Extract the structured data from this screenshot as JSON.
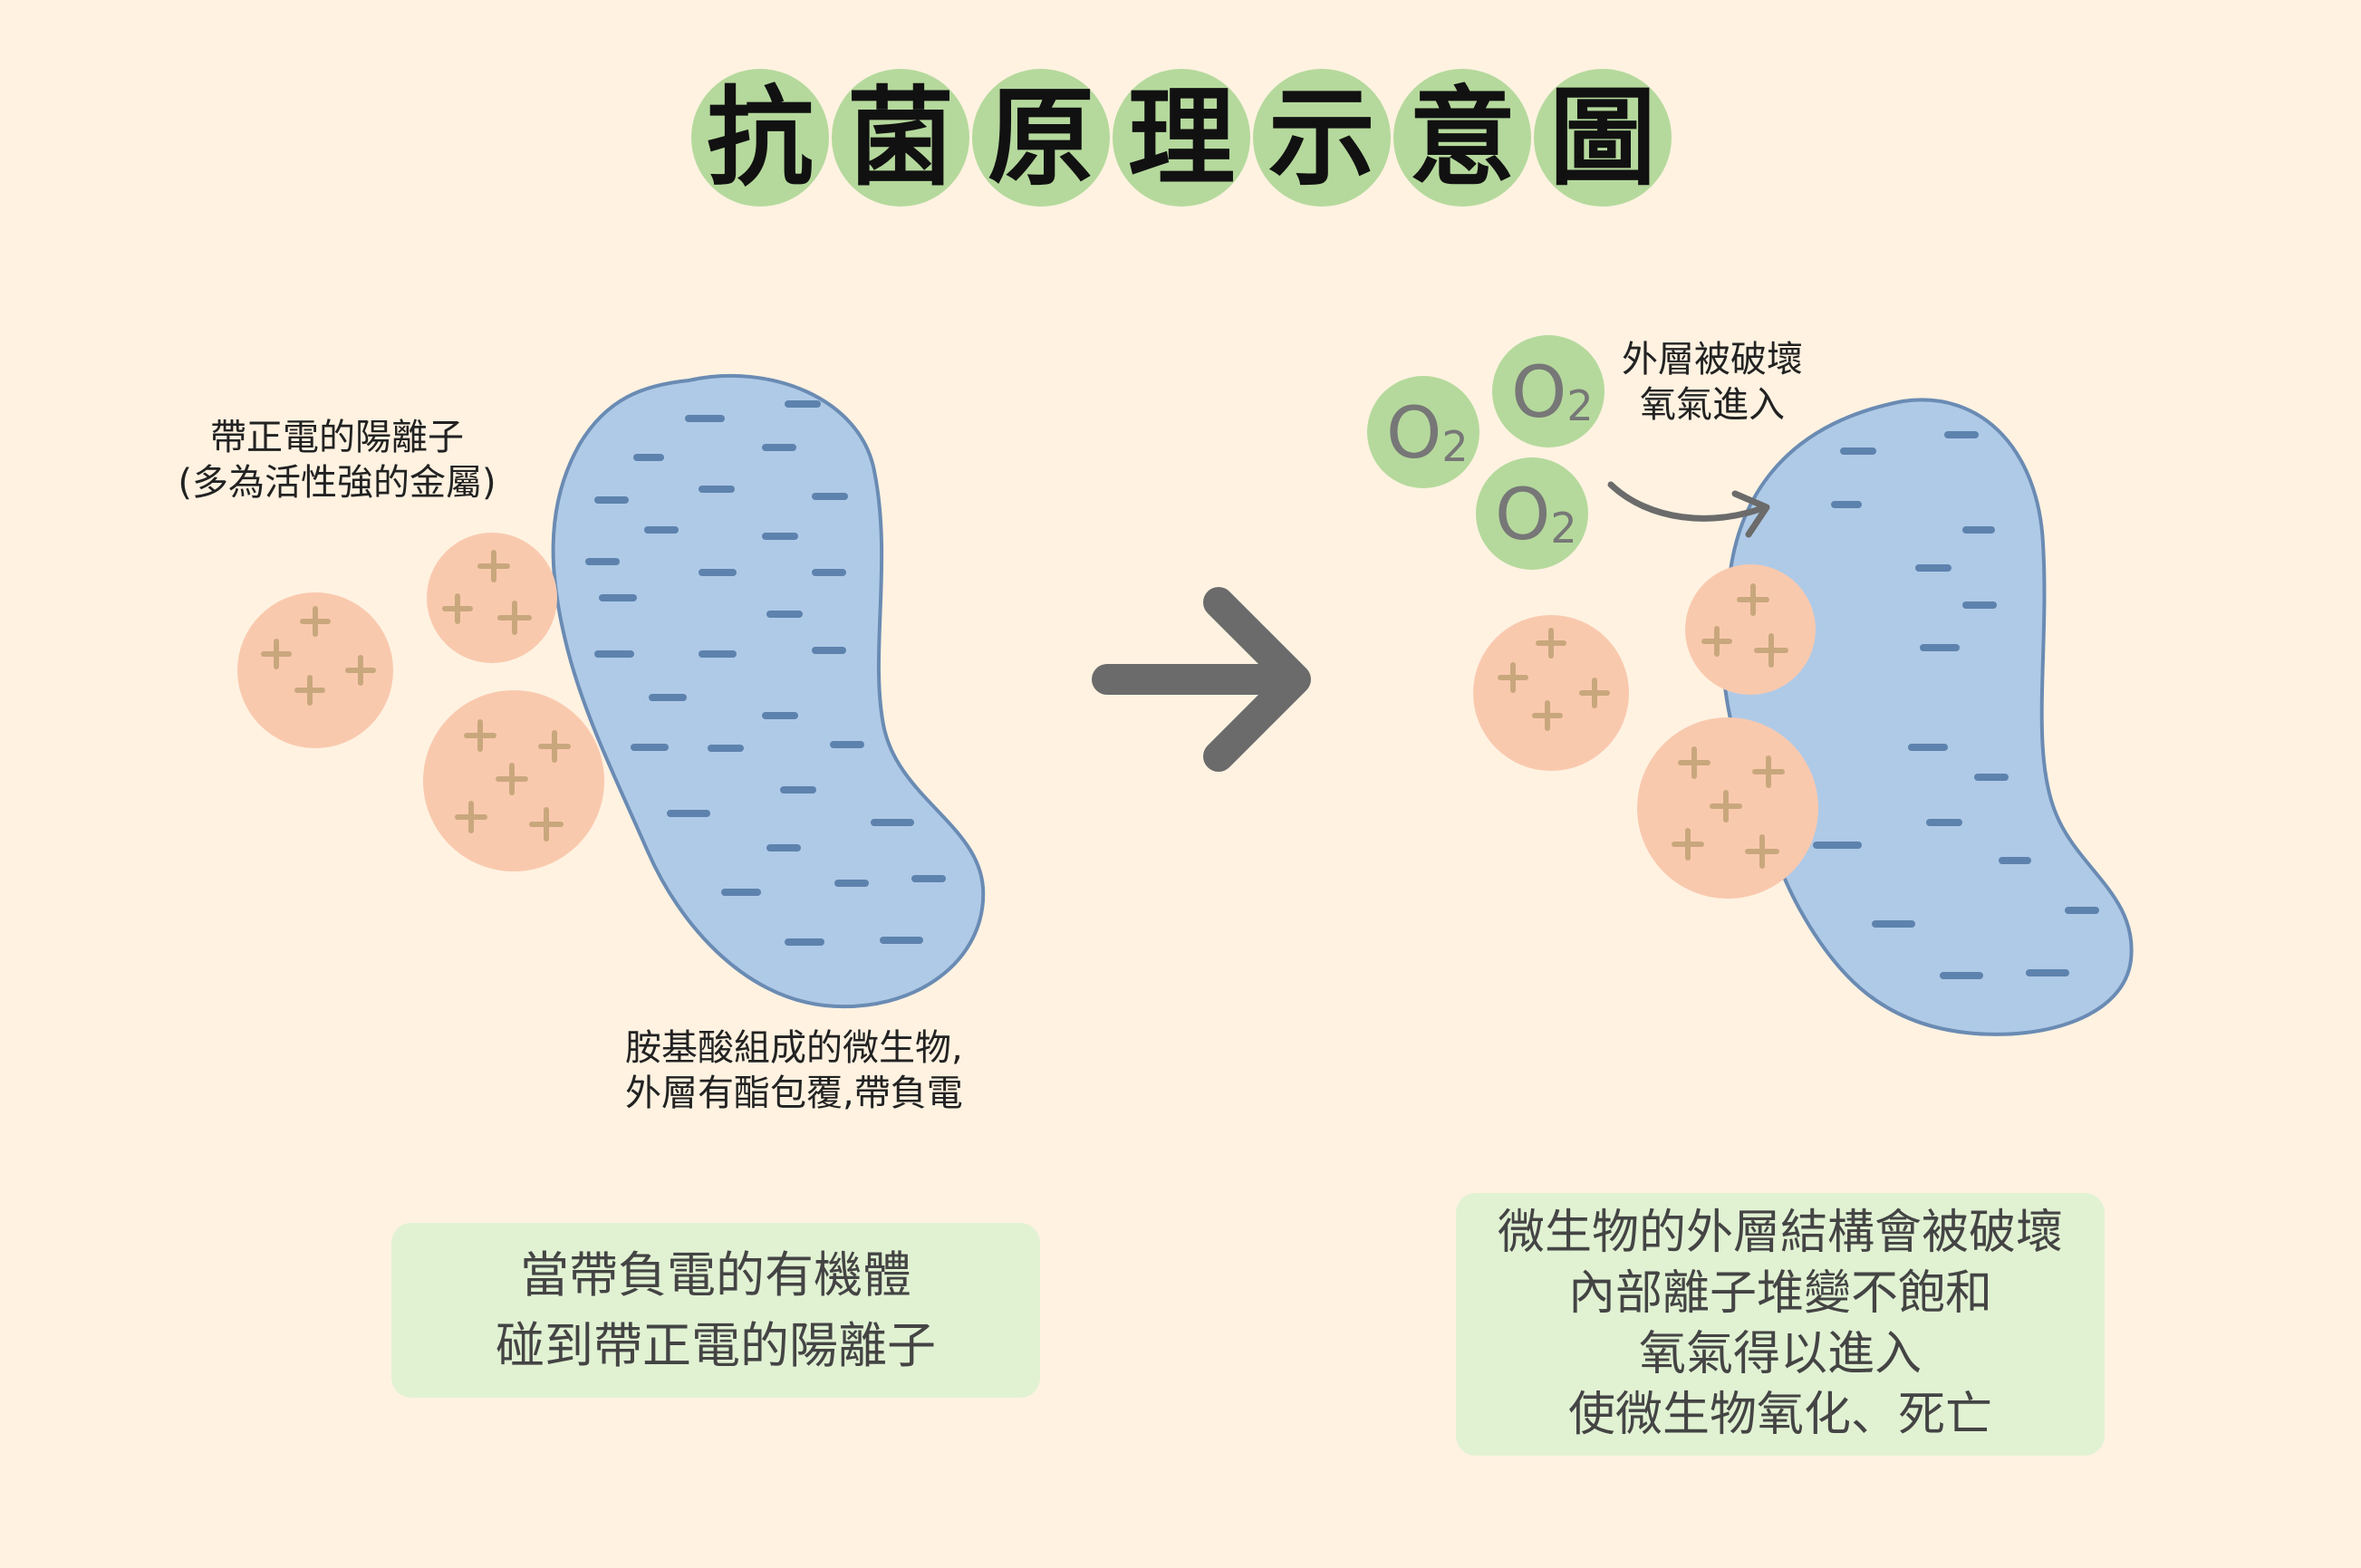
{
  "title": {
    "chars": [
      "抗",
      "菌",
      "原",
      "理",
      "示",
      "意",
      "圖"
    ]
  },
  "left_panel": {
    "cation_label": {
      "line1": "帶正電的陽離子",
      "line2": "(多為活性強的金屬)"
    },
    "microbe_label": {
      "line1": "胺基酸組成的微生物,",
      "line2": "外層有酯包覆,帶負電"
    },
    "caption": {
      "line1": "當帶負電的有機體",
      "line2": "碰到帶正電的陽離子"
    }
  },
  "right_panel": {
    "oxygen_label": {
      "line1": "外層被破壞",
      "line2": "氧氣進入"
    },
    "oxygen_molecules": [
      "O",
      "O",
      "O"
    ],
    "oxygen_subscript": "2",
    "caption": {
      "line1": "微生物的外層結構會被破壞",
      "line2": "內部離子堆變不飽和",
      "line3": "氧氣得以進入",
      "line4": "使微生物氧化、死亡"
    }
  },
  "colors": {
    "background": "#fff2e1",
    "title_circle": "#b5d99c",
    "microbe_fill": "#afcae7",
    "microbe_stroke": "#6a8bb3",
    "negative_dash": "#5d82ad",
    "cation_fill": "#f9c9ae",
    "cation_plus": "#c9a77d",
    "oxygen_fill": "#b5d99c",
    "arrow": "#6b6b6b",
    "caption_box": "#e1f2d3"
  }
}
